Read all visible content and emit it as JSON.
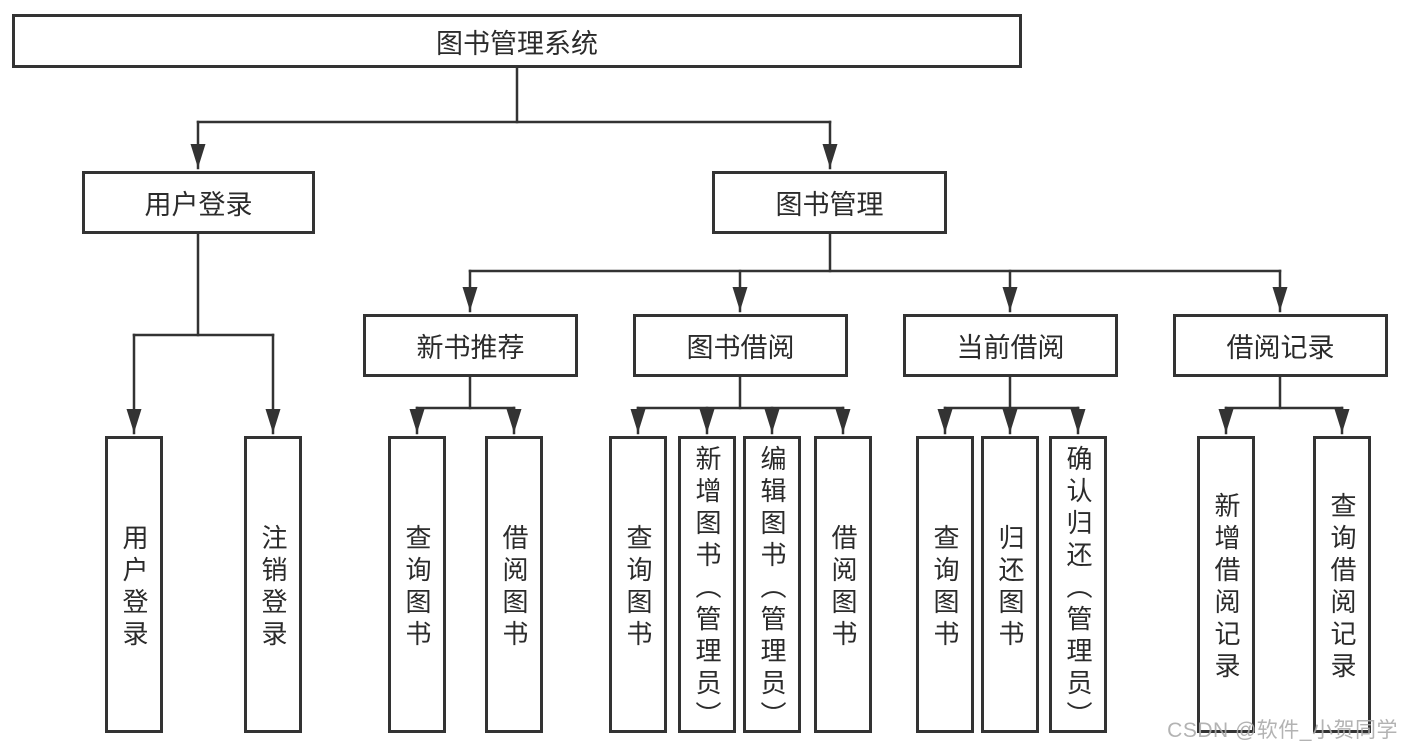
{
  "diagram": {
    "title_node": "图书管理系统",
    "tree": {
      "label": "图书管理系统",
      "children": [
        {
          "label": "用户登录",
          "children": [
            {
              "label": "用户登录"
            },
            {
              "label": "注销登录"
            }
          ]
        },
        {
          "label": "图书管理",
          "children": [
            {
              "label": "新书推荐",
              "children": [
                {
                  "label": "查询图书"
                },
                {
                  "label": "借阅图书"
                }
              ]
            },
            {
              "label": "图书借阅",
              "children": [
                {
                  "label": "查询图书"
                },
                {
                  "label": "新增图书（管理员）"
                },
                {
                  "label": "编辑图书（管理员）"
                },
                {
                  "label": "借阅图书"
                }
              ]
            },
            {
              "label": "当前借阅",
              "children": [
                {
                  "label": "查询图书"
                },
                {
                  "label": "归还图书"
                },
                {
                  "label": "确认归还（管理员）"
                }
              ]
            },
            {
              "label": "借阅记录",
              "children": [
                {
                  "label": "新增借阅记录"
                },
                {
                  "label": "查询借阅记录"
                }
              ]
            }
          ]
        }
      ]
    }
  },
  "watermark": {
    "text": "CSDN @软件_小贺同学"
  },
  "colors": {
    "line": "#333333",
    "text": "#2b2b2b",
    "watermark": "#ababab",
    "background": "#ffffff"
  }
}
